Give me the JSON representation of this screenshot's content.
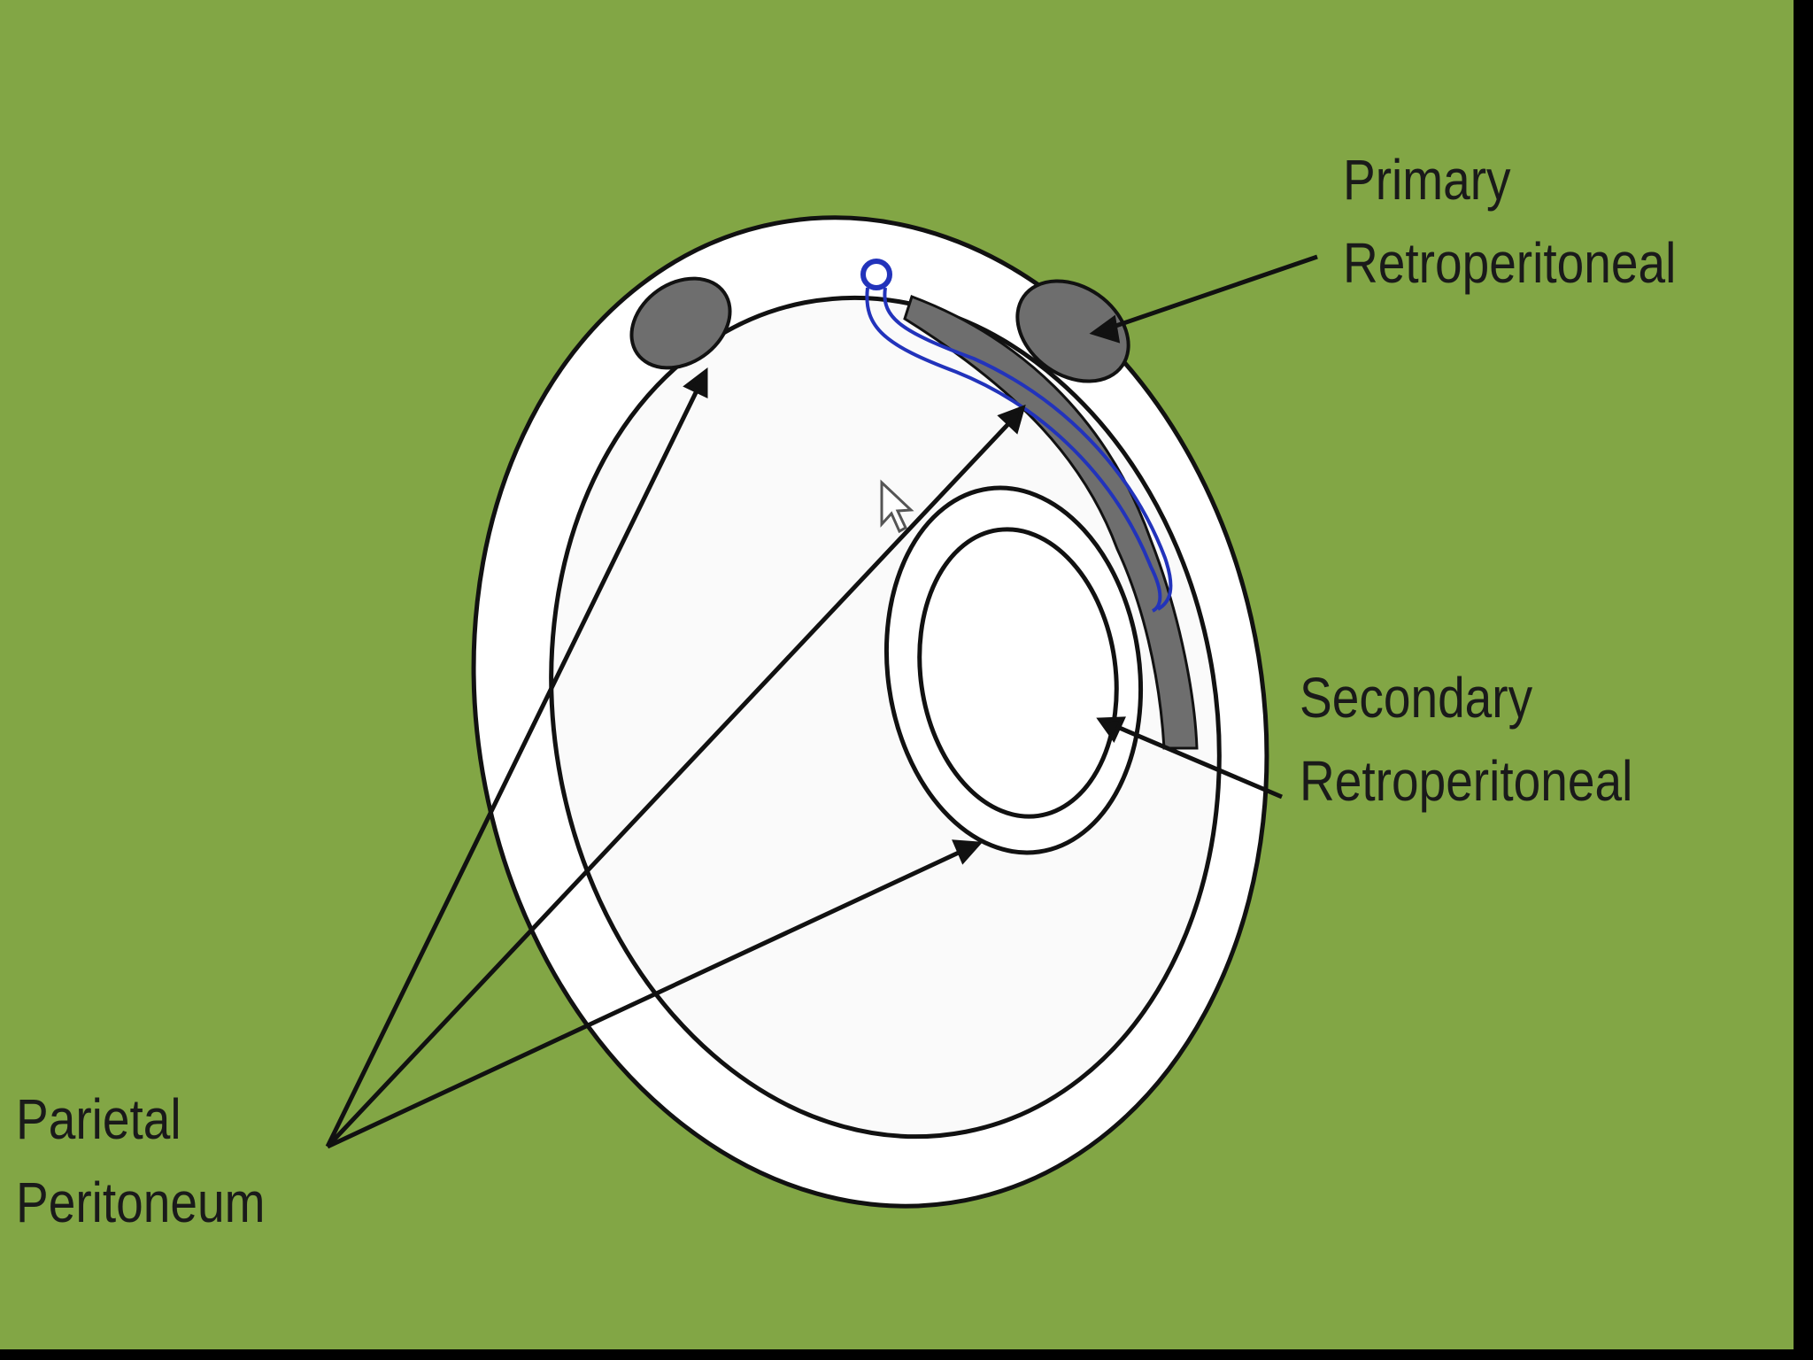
{
  "colors": {
    "background": "#82a645",
    "body_fill": "#ffffff",
    "organ_fill": "#6e6e6e",
    "outline": "#111111",
    "vessel": "#2233bb"
  },
  "labels": {
    "primary": {
      "line1": "Primary",
      "line2": "Retroperitoneal"
    },
    "secondary": {
      "line1": "Secondary",
      "line2": "Retroperitoneal"
    },
    "parietal": {
      "line1": "Parietal",
      "line2": "Peritoneum"
    }
  },
  "icons": {
    "cursor": "mouse-pointer-icon"
  }
}
